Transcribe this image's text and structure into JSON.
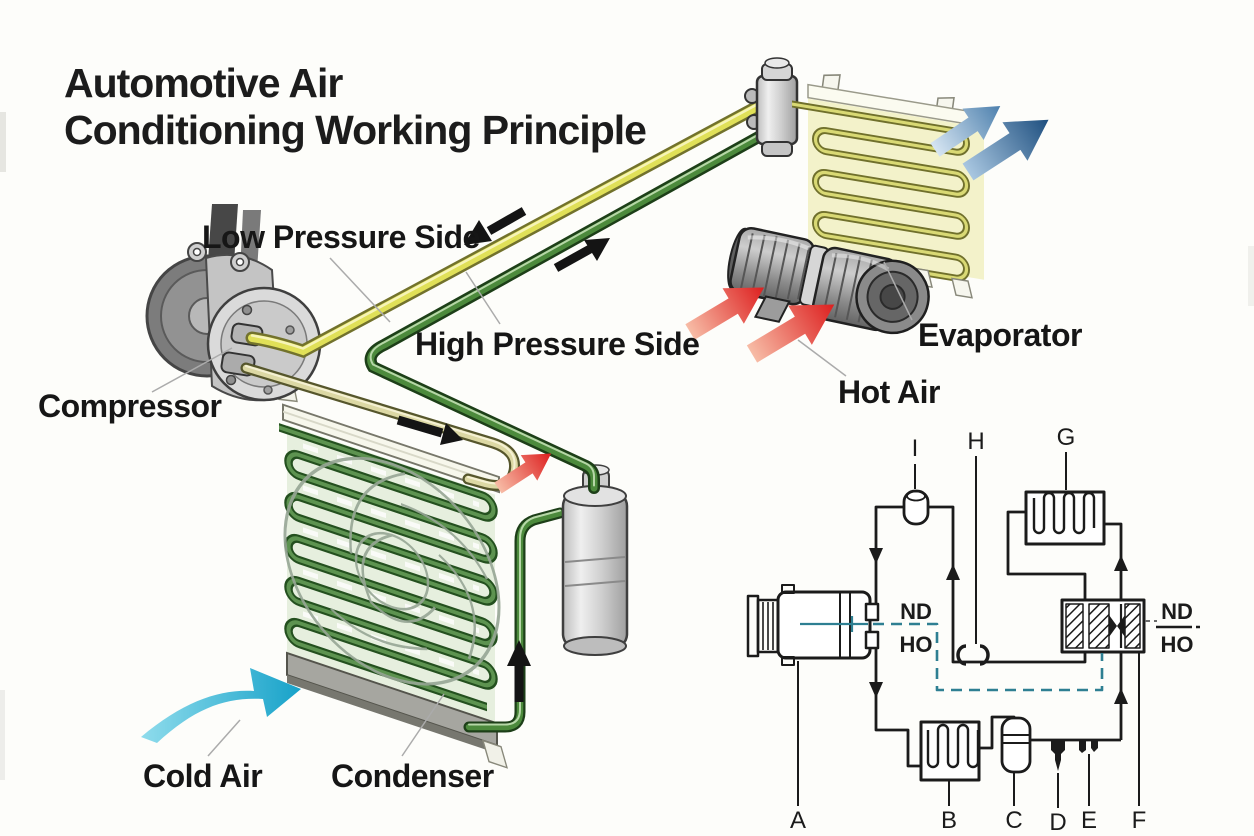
{
  "title": {
    "line1": "Automotive Air",
    "line2": "Conditioning Working Principle"
  },
  "component_labels": {
    "compressor": "Compressor",
    "low_pressure_side": "Low Pressure Side",
    "high_pressure_side": "High Pressure Side",
    "evaporator": "Evaporator",
    "hot_air": "Hot Air",
    "cold_air": "Cold Air",
    "condenser": "Condenser"
  },
  "schematic": {
    "top_callouts": [
      {
        "letter": "I"
      },
      {
        "letter": "H"
      },
      {
        "letter": "G"
      }
    ],
    "bottom_callouts": [
      {
        "letter": "A"
      },
      {
        "letter": "B"
      },
      {
        "letter": "C"
      },
      {
        "letter": "D"
      },
      {
        "letter": "E"
      },
      {
        "letter": "F"
      }
    ],
    "left_valve_label": {
      "top": "ND",
      "bottom": "HO"
    },
    "right_valve_label": {
      "top": "ND",
      "bottom": "HO"
    }
  },
  "colors": {
    "low_pressure_pipe": "#e0e058",
    "high_pressure_pipe": "#4c8a3c",
    "hot_air_arrow": "#dd1f1f",
    "cold_air_arrow": "#17a2c9",
    "cool_air_out_arrow": "#1e4f7f",
    "flow_arrow": "#141414",
    "sensing_line": "#2e7f92"
  }
}
